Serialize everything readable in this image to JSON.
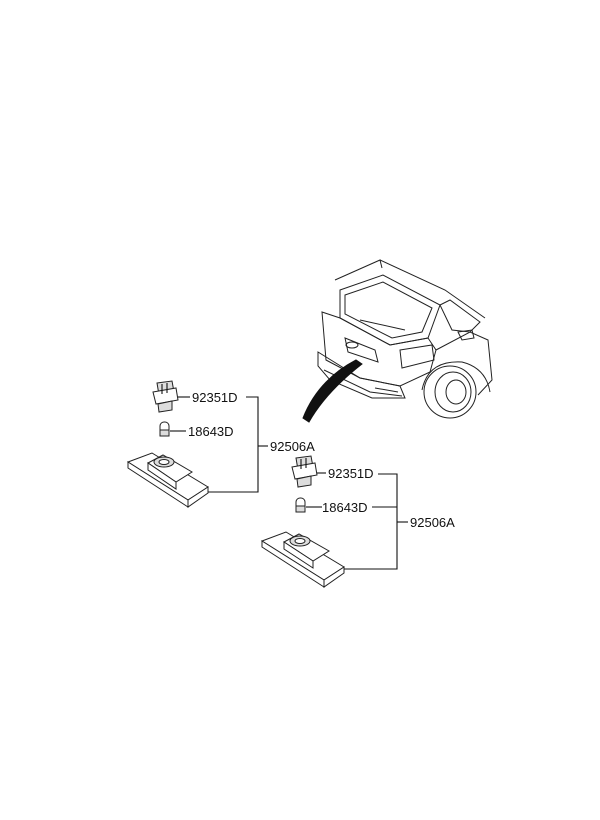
{
  "callouts": {
    "left": {
      "socket": "92351D",
      "bulb": "18643D",
      "assembly": "92506A"
    },
    "right": {
      "socket": "92351D",
      "bulb": "18643D",
      "assembly": "92506A"
    }
  }
}
